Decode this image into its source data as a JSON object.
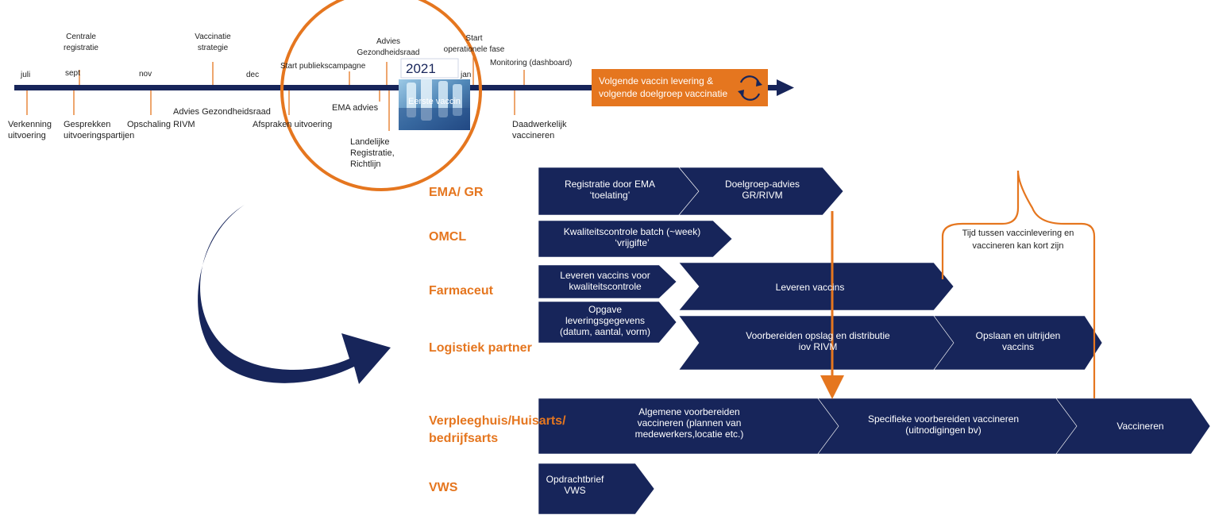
{
  "colors": {
    "navy": "#17255a",
    "orange": "#e5761f",
    "text": "#1f1f1f"
  },
  "timeline": {
    "months": [
      "juli",
      "sept",
      "nov",
      "dec",
      "jan"
    ],
    "year": "2021",
    "above": {
      "centrale": "Centrale\nregistratie",
      "vaccinatie_strategie": "Vaccinatie\nstrategie",
      "advies_gr": "Advies\nGezondheidsraad",
      "start_operationele": "Start\noperationele fase",
      "publiekscampagne": "Start publiekscampagne",
      "monitoring": "Monitoring (dashboard)"
    },
    "below": {
      "verkenning": "Verkenning\nuitvoering",
      "gesprekken": "Gesprekken\nuitvoeringspartijen",
      "opschaling": "Opschaling RIVM",
      "advies_gr2": "Advies Gezondheidsraad",
      "afspraken": "Afspraken uitvoering",
      "ema_advies": "EMA advies",
      "landelijke": "Landelijke\nRegistratie,\nRichtlijn",
      "daadwerkelijk": "Daadwerkelijk\nvaccineren"
    },
    "vaccin_image_label": "Eerste vaccin",
    "next_box": "Volgende vaccin levering &\nvolgende doelgroep vaccinatie",
    "cycle_icon": "refresh-cycle-icon"
  },
  "swimlanes": {
    "labels": {
      "ema": "EMA/ GR",
      "omcl": "OMCL",
      "farmaceut": "Farmaceut",
      "logistiek": "Logistiek partner",
      "verpleeghuis": "Verpleeghuis/Huisarts/\nbedrijfsarts",
      "vws": "VWS"
    },
    "chevrons": {
      "registratie_ema": "Registratie door EMA\n‘toelating’",
      "doelgroep_advies": "Doelgroep-advies\nGR/RIVM",
      "kwaliteitscontrole": "Kwaliteitscontrole batch (~week)\n‘vrijgifte’",
      "leveren_kc": "Leveren vaccins voor\nkwaliteitscontrole",
      "leveren_vaccins": "Leveren vaccins",
      "opgave": "Opgave\nleveringsgegevens\n(datum, aantal, vorm)",
      "voorbereiden_opslag": "Voorbereiden opslag en distributie\niov RIVM",
      "opslaan": "Opslaan en uitrijden\nvaccins",
      "algemene": "Algemene voorbereiden\nvaccineren (plannen van\nmedewerkers,locatie etc.)",
      "specifieke": "Specifieke voorbereiden vaccineren\n(uitnodigingen bv)",
      "vaccineren": "Vaccineren",
      "opdrachtbrief": "Opdrachtbrief\nVWS"
    },
    "bracket_note": "Tijd tussen vaccinlevering en\nvaccineren kan kort zijn"
  }
}
